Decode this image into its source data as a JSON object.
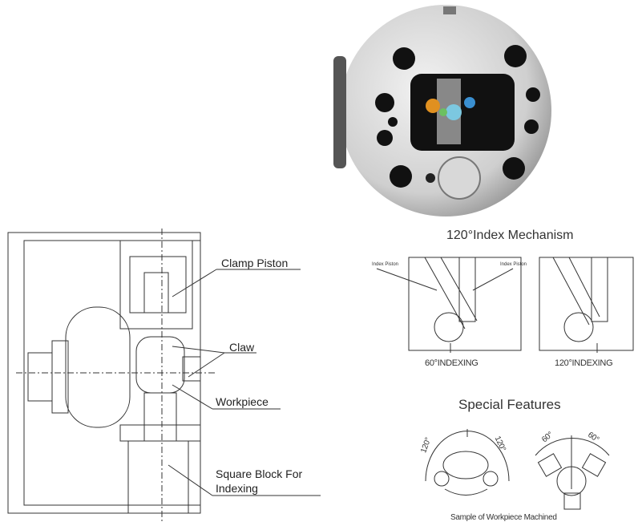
{
  "product_photo": {
    "icon": "index-chuck-photo"
  },
  "section_drawing": {
    "labels": {
      "clamp_piston": "Clamp Piston",
      "claw": "Claw",
      "workpiece": "Workpiece",
      "square_block_line1": "Square Block For",
      "square_block_line2": "Indexing"
    }
  },
  "index_mechanism": {
    "title": "120°Index Mechanism",
    "left_piston_label": "Index Piston",
    "right_piston_label": "Index Piston",
    "caption_60": "60°INDEXING",
    "caption_120": "120°INDEXING"
  },
  "special_features": {
    "title": "Special Features",
    "angle_left_a": "120°",
    "angle_left_b": "120°",
    "angle_right_a": "60°",
    "angle_right_b": "60°",
    "caption": "Sample of Workpiece Machined"
  }
}
